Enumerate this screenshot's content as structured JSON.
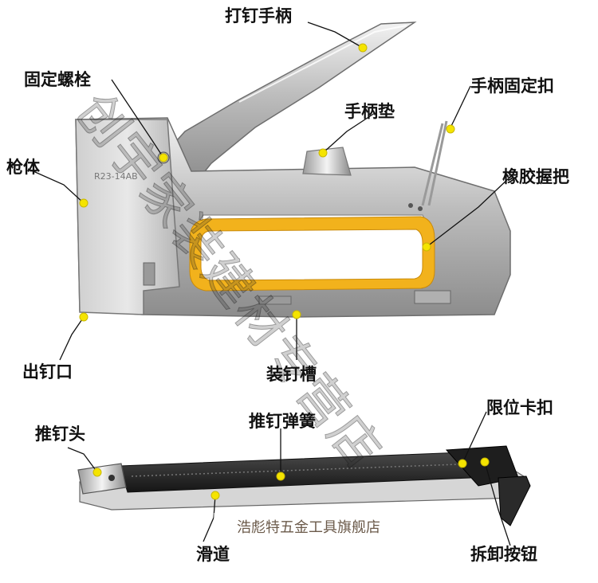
{
  "labels": {
    "handle": "打钉手柄",
    "fixing_bolt": "固定螺栓",
    "handle_lock": "手柄固定扣",
    "handle_pad": "手柄垫",
    "body": "枪体",
    "rubber_grip": "橡胶握把",
    "staple_exit": "出钉口",
    "staple_slot": "装钉槽",
    "limit_clip": "限位卡扣",
    "pusher_head": "推钉头",
    "pusher_spring": "推钉弹簧",
    "slide_rail": "滑道",
    "release_button": "拆卸按钮"
  },
  "watermark_text": "创宇家装建材专营店",
  "shop_banner": "浩彪特五金工具旗舰店",
  "model_mark": "R23-14AB",
  "colors": {
    "callout_dot": "#f5e400",
    "grip": "#f2b21c",
    "metal": "#c8c8c8",
    "rail": "#2b2b2b"
  }
}
